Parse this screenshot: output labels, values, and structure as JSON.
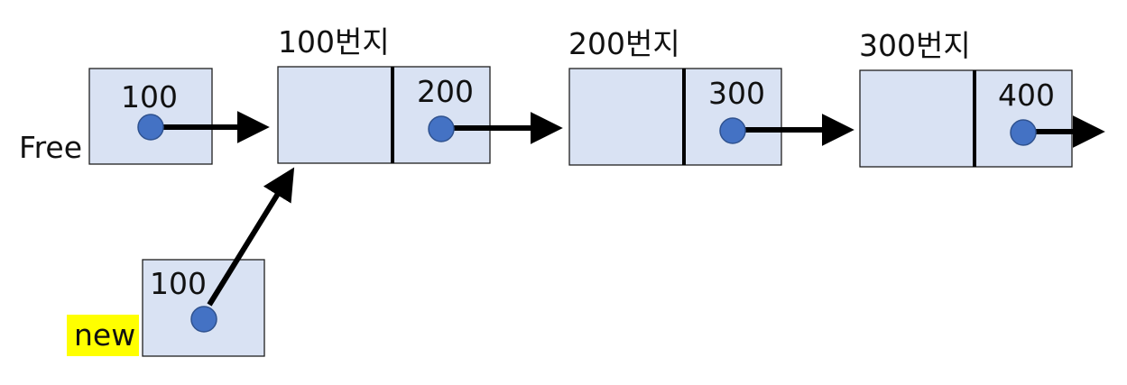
{
  "colors": {
    "box_fill": "#d9e2f3",
    "pointer_dot": "#4472c4",
    "arrow": "#000000",
    "highlight": "#ffff00"
  },
  "labels": {
    "free": "Free",
    "new": "new"
  },
  "free_node": {
    "value": "100"
  },
  "new_node": {
    "value": "100"
  },
  "nodes": [
    {
      "address": "100번지",
      "next": "200"
    },
    {
      "address": "200번지",
      "next": "300"
    },
    {
      "address": "300번지",
      "next": "400"
    }
  ]
}
